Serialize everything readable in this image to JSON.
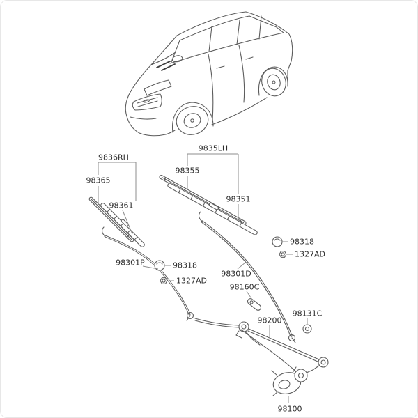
{
  "page": {
    "background": "#ffffff",
    "border_color": "#e7e7e7",
    "line_color": "#5c5c5c",
    "leader_color": "#8d8d8d",
    "label_color": "#2d2d2d"
  },
  "icons": {
    "cap": "pivot-cap-icon",
    "nut": "hex-nut-icon",
    "washer": "washer-icon",
    "vehicle": "vehicle-outline-illustration"
  },
  "labels": {
    "blade_assy_rh": "9836RH",
    "refill_rh": "98365",
    "blade_rh": "98361",
    "blade_assy_lh": "9835LH",
    "refill_lh": "98355",
    "blade_lh": "98351",
    "cap_right": "98318",
    "nut_right": "1327AD",
    "arm_p": "98301P",
    "cap_mid": "98318",
    "nut_mid": "1327AD",
    "arm_d": "98301D",
    "bracket": "98160C",
    "linkage": "98200",
    "grommet": "98131C",
    "motor": "98100"
  }
}
